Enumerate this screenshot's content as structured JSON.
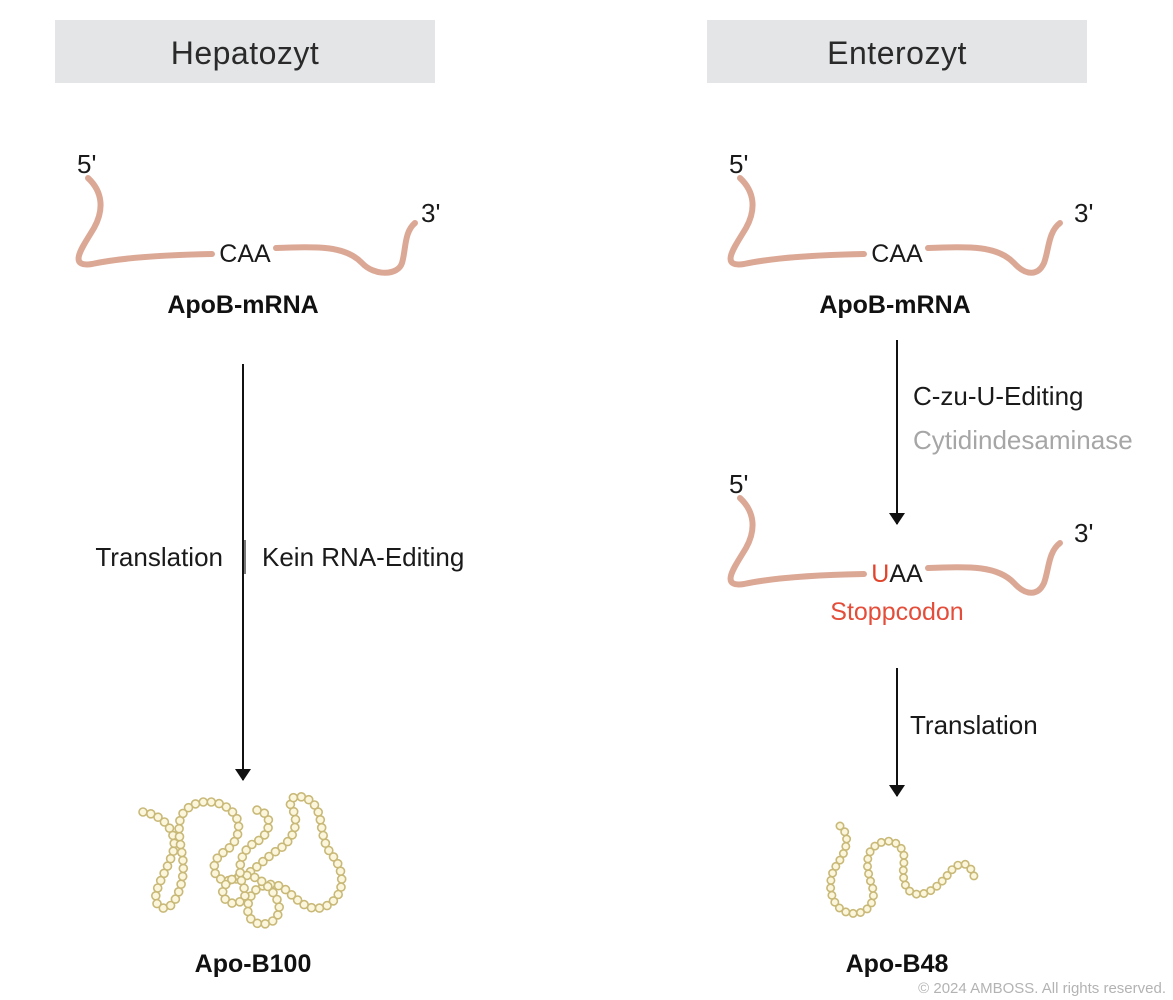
{
  "hepatocyte": {
    "title": "Hepatozyt",
    "mrna": {
      "five_prime": "5'",
      "three_prime": "3'",
      "codon": "CAA",
      "label": "ApoB-mRNA"
    },
    "process": {
      "left_label": "Translation",
      "right_label": "Kein RNA-Editing"
    },
    "protein": "Apo-B100"
  },
  "enterocyte": {
    "title": "Enterozyt",
    "mrna": {
      "five_prime": "5'",
      "three_prime": "3'",
      "codon": "CAA",
      "label": "ApoB-mRNA"
    },
    "editing": {
      "label": "C-zu-U-Editing",
      "enzyme": "Cytidindesaminase"
    },
    "edited_mrna": {
      "five_prime": "5'",
      "three_prime": "3'",
      "codon_edited_base": "U",
      "codon_rest": "AA",
      "stop_label": "Stoppcodon"
    },
    "translation": {
      "label": "Translation"
    },
    "protein": "Apo-B48"
  },
  "copyright": "© 2024 AMBOSS. All rights reserved.",
  "colors": {
    "mrna": "#dca896",
    "edited_base": "#e0452c",
    "stop_codon": "#e44d3a",
    "bead_fill": "#fbf6dc",
    "bead_stroke": "#c9b978",
    "header_bg": "#e4e5e7",
    "enzyme": "#a6a6a6"
  }
}
